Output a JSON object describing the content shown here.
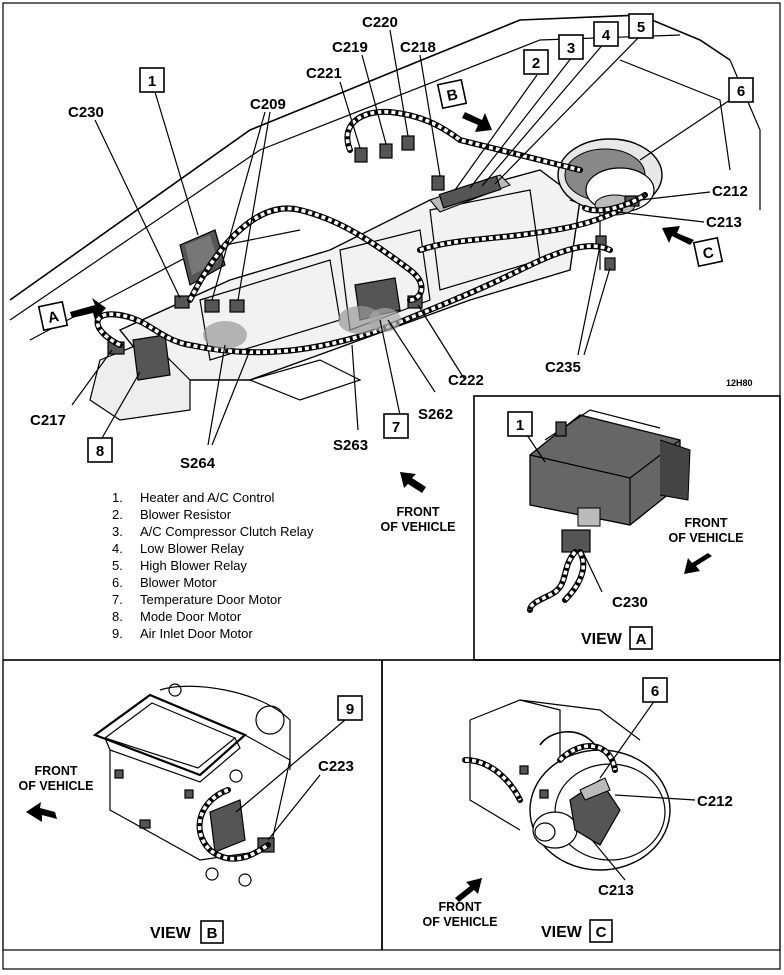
{
  "main": {
    "code": "12H80",
    "connectors": [
      "C230",
      "C209",
      "C221",
      "C219",
      "C220",
      "C218",
      "C212",
      "C213",
      "C217",
      "C235",
      "C222",
      "S262",
      "S263",
      "S264"
    ],
    "callouts": [
      "1",
      "2",
      "3",
      "4",
      "5",
      "6",
      "7",
      "8"
    ],
    "views": [
      "A",
      "B",
      "C"
    ],
    "front_label_1": "FRONT",
    "front_label_2": "OF VEHICLE"
  },
  "legend": [
    {
      "n": "1.",
      "text": "Heater and A/C Control"
    },
    {
      "n": "2.",
      "text": "Blower Resistor"
    },
    {
      "n": "3.",
      "text": "A/C Compressor Clutch Relay"
    },
    {
      "n": "4.",
      "text": "Low Blower Relay"
    },
    {
      "n": "5.",
      "text": "High Blower Relay"
    },
    {
      "n": "6.",
      "text": "Blower Motor"
    },
    {
      "n": "7.",
      "text": "Temperature Door Motor"
    },
    {
      "n": "8.",
      "text": "Mode Door Motor"
    },
    {
      "n": "9.",
      "text": "Air Inlet Door Motor"
    }
  ],
  "view_a": {
    "title": "VIEW",
    "letter": "A",
    "callout": "1",
    "connector": "C230"
  },
  "view_b": {
    "title": "VIEW",
    "letter": "B",
    "callout": "9",
    "connector": "C223"
  },
  "view_c": {
    "title": "VIEW",
    "letter": "C",
    "callout": "6",
    "connector_1": "C212",
    "connector_2": "C213"
  }
}
